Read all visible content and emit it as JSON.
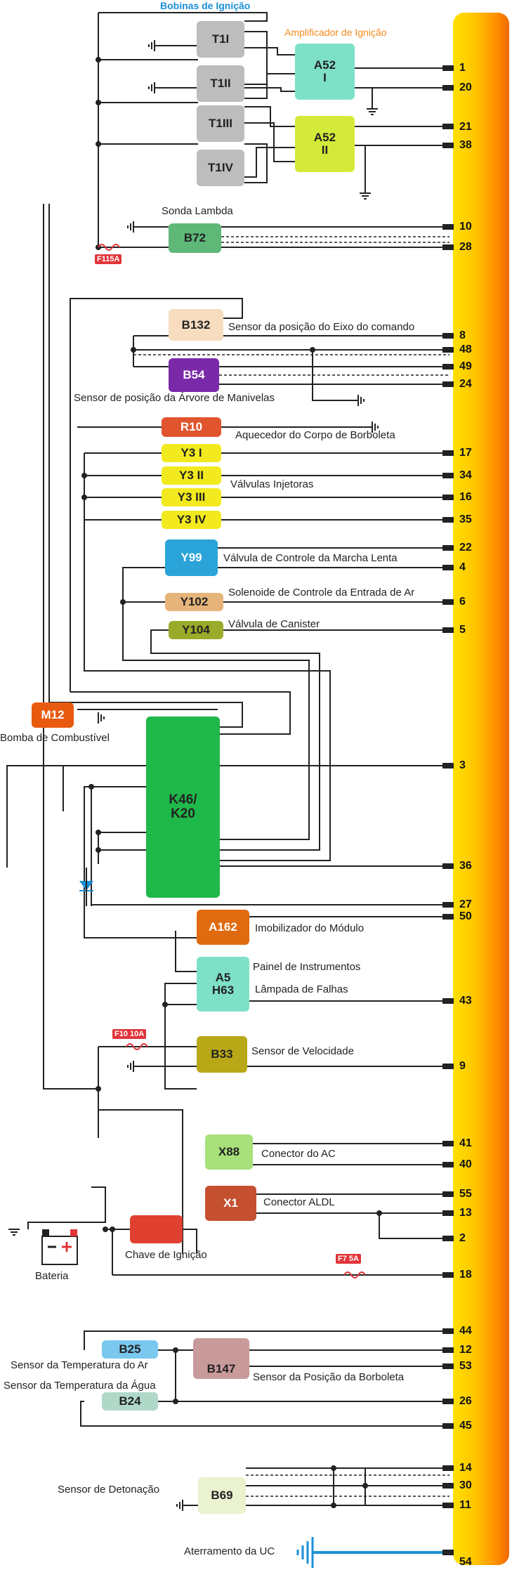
{
  "headers": {
    "coils": "Bobinas de Ignição",
    "amp": "Amplificador de Ignição"
  },
  "components": {
    "T1I": "T1I",
    "T1II": "T1II",
    "T1III": "T1III",
    "T1IV": "T1IV",
    "A52I": "A52\nI",
    "A52II": "A52\nII",
    "B72": "B72",
    "B132": "B132",
    "B54": "B54",
    "R10": "R10",
    "Y3I": "Y3 I",
    "Y3II": "Y3 II",
    "Y3III": "Y3 III",
    "Y3IV": "Y3 IV",
    "Y99": "Y99",
    "Y102": "Y102",
    "Y104": "Y104",
    "M12": "M12",
    "K46": "K46/\nK20",
    "A162": "A162",
    "A5": "A5\nH63",
    "B33": "B33",
    "X88": "X88",
    "X1": "X1",
    "B25": "B25",
    "B147": "B147",
    "B24": "B24",
    "B69": "B69"
  },
  "labels": {
    "lambda": "Sonda Lambda",
    "b132": "Sensor da posição do Eixo do comando",
    "b54": "Sensor de posição da Árvore de Manivelas",
    "r10": "Aquecedor do Corpo de Borboleta",
    "y3": "Válvulas Injetoras",
    "y99": "Válvula de Controle da Marcha Lenta",
    "y102": "Solenoide de Controle da Entrada de Ar",
    "y104": "Válvula de Canister",
    "m12": "Bomba de Combustível",
    "a162": "Imobilizador do Módulo",
    "a5": "Painel de Instrumentos",
    "h63": "Lâmpada de Falhas",
    "b33": "Sensor de Velocidade",
    "x88": "Conector do AC",
    "x1": "Conector ALDL",
    "ignition": "Chave de Ignição",
    "battery": "Bateria",
    "b25": "Sensor da Temperatura do Ar",
    "b24": "Sensor da Temperatura da Água",
    "b147": "Sensor da Posição da Borboleta",
    "b69": "Sensor de Detonação",
    "ground": "Aterramento da UC"
  },
  "fuses": {
    "f115a": "F115A",
    "f10": "F10 10A",
    "f7": "F7 5A"
  },
  "terminals": [
    "1",
    "20",
    "21",
    "38",
    "10",
    "28",
    "8",
    "48",
    "49",
    "24",
    "17",
    "34",
    "16",
    "35",
    "22",
    "4",
    "6",
    "5",
    "3",
    "36",
    "27",
    "50",
    "43",
    "9",
    "41",
    "40",
    "55",
    "13",
    "2",
    "18",
    "44",
    "12",
    "53",
    "26",
    "45",
    "14",
    "30",
    "11",
    "54"
  ],
  "colors": {
    "coil": "#bdbdbd",
    "amp1": "#7fe0c8",
    "amp2": "#d4ea3a",
    "b72": "#5fb878",
    "b132": "#f7dcc0",
    "b54": "#7a2aa8",
    "r10": "#e0552e",
    "y3": "#f2ea1e",
    "y99": "#2aa4d8",
    "y102": "#e6b47a",
    "y104": "#9aaa2a",
    "m12": "#e85a10",
    "k46": "#1fb84a",
    "a162": "#e06a10",
    "a5": "#7fe0c8",
    "b33": "#b8a818",
    "x88": "#a8e07a",
    "x1": "#c45030",
    "b25": "#7ac8ee",
    "b147": "#c89a9a",
    "b24": "#b0d8c8",
    "b69": "#eaf2d0",
    "ecu": "#ffc400"
  }
}
